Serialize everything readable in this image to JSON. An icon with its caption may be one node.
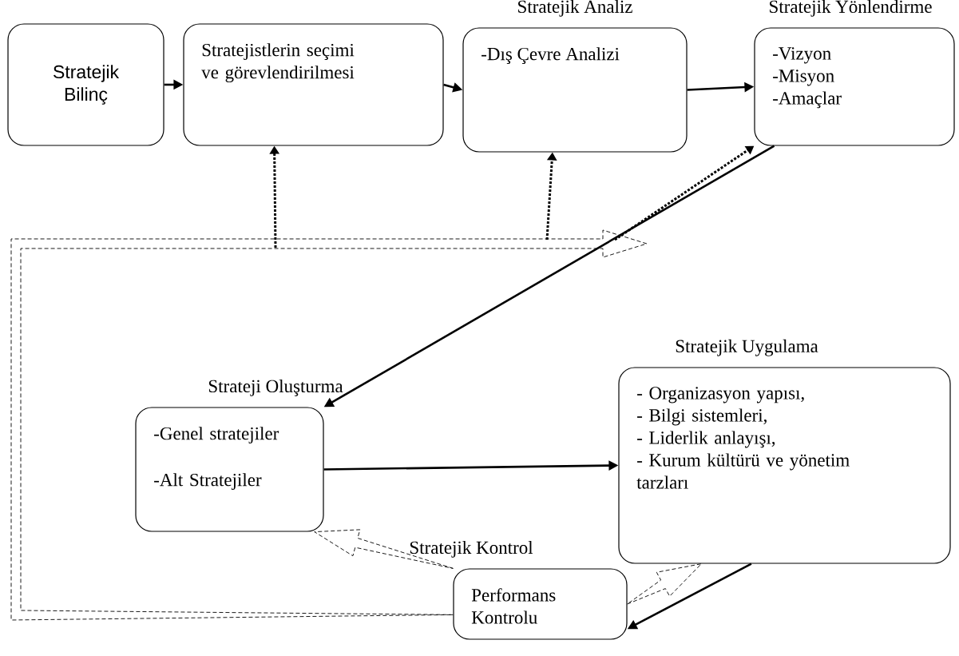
{
  "diagram": {
    "nodes": [
      {
        "text": [
          "Stratejik Bilinç"
        ]
      },
      {
        "text": [
          "Stratejistlerin seçimi ve görevlendirilmesi"
        ]
      },
      {
        "text": [
          "Stratejik Analiz",
          "-Dış Çevre Analizi"
        ]
      },
      {
        "text": [
          "Stratejik Yönlendirme",
          "-Vizyon",
          "-Misyon",
          "-Amaçlar"
        ]
      },
      {
        "text": [
          "Strateji Oluşturma",
          "-Genel stratejiler",
          "-Alt Stratejiler"
        ]
      },
      {
        "text": [
          "Stratejik Uygulama",
          "- Organizasyon yapısı,",
          "- Bilgi sistemleri,",
          "- Liderlik anlayışı,",
          "- Kurum kültürü ve yönetim tarzları"
        ]
      },
      {
        "text": [
          "Stratejik Kontrol",
          "Performans Kontrolu"
        ]
      }
    ],
    "edges": [
      {
        "from": 0,
        "to": 1,
        "arrow": "to"
      },
      {
        "from": 1,
        "to": 2,
        "arrow": "to"
      },
      {
        "from": 2,
        "to": 3,
        "arrow": "to"
      },
      {
        "from": 3,
        "to": 4,
        "arrow": "to"
      },
      {
        "from": 4,
        "to": 5,
        "arrow": "to"
      },
      {
        "from": 5,
        "to": 6,
        "arrow": "to"
      },
      {
        "from": 6,
        "to": null,
        "arrow": "to",
        "style": "dashed"
      },
      {
        "from": null,
        "to": 1,
        "arrow": "to",
        "style": "dashed"
      },
      {
        "from": null,
        "to": 2,
        "arrow": "to",
        "style": "dashed"
      },
      {
        "from": null,
        "to": 3,
        "arrow": "to",
        "style": "dashed"
      },
      {
        "from": 6,
        "to": 4,
        "arrow": "to",
        "style": "dashed"
      },
      {
        "from": 6,
        "to": 5,
        "arrow": "to",
        "style": "dashed"
      }
    ]
  }
}
